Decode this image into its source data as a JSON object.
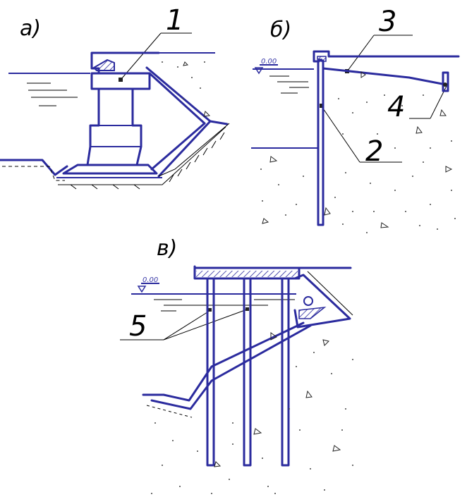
{
  "panels": {
    "a": {
      "caption": "а)"
    },
    "b": {
      "caption": "б)",
      "level": "0.00"
    },
    "c": {
      "caption": "в)",
      "level": "0.00"
    }
  },
  "callouts": [
    "1",
    "2",
    "3",
    "4",
    "5"
  ],
  "colors": {
    "structure": "#2b2b9e",
    "leader": "#000000",
    "soil": "#555555"
  }
}
